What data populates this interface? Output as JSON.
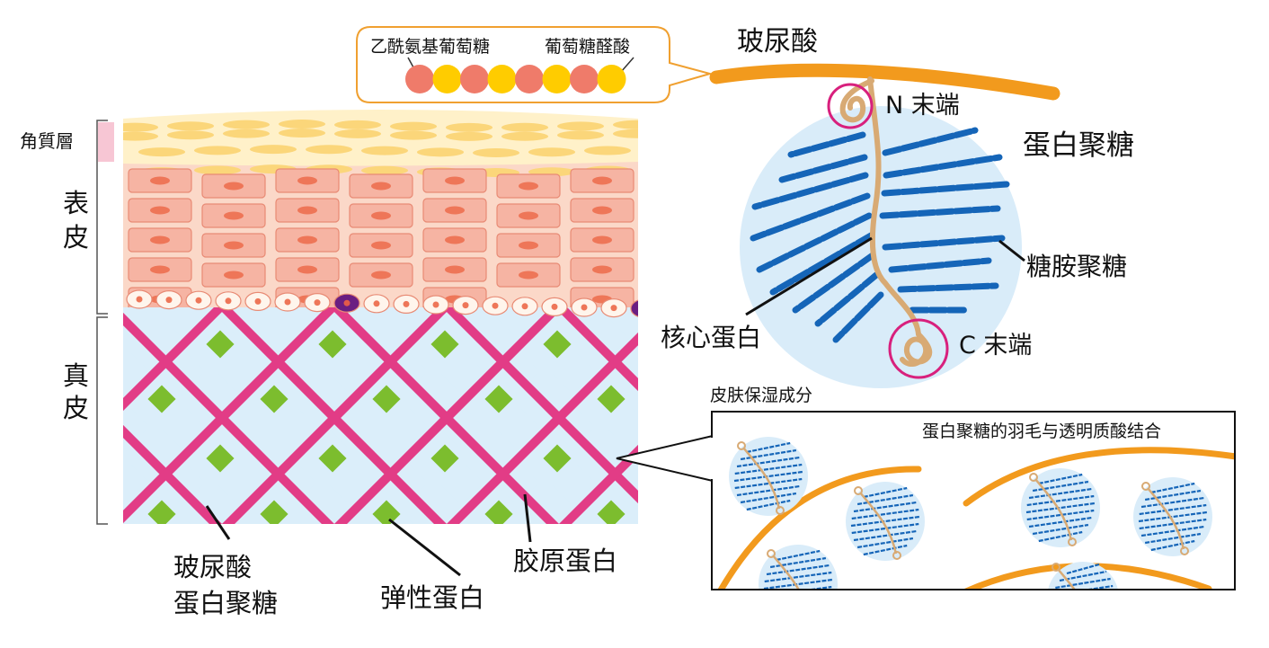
{
  "labels": {
    "stratum_corneum": "角質層",
    "epidermis_1": "表",
    "epidermis_2": "皮",
    "dermis_1": "真",
    "dermis_2": "皮",
    "hyaluronic_proteoglycan_1": "玻尿酸",
    "hyaluronic_proteoglycan_2": "蛋白聚糖",
    "elastin": "弹性蛋白",
    "collagen": "胶原蛋白",
    "acetylglucosamine": "乙酰氨基葡萄糖",
    "glucuronic_acid": "葡萄糖醛酸",
    "hyaluronic_acid": "玻尿酸",
    "n_terminal": "N 末端",
    "proteoglycan": "蛋白聚糖",
    "glycosaminoglycan": "糖胺聚糖",
    "core_protein": "核心蛋白",
    "c_terminal": "C 末端",
    "moisturizing_components": "皮肤保湿成分",
    "binding_caption": "蛋白聚糖的羽毛与透明质酸结合"
  },
  "colors": {
    "stratum_tag": "#f7c6d4",
    "stratum_text": "#d6336c",
    "horny_layer": "#fff1c9",
    "horny_cell": "#fbd67a",
    "epidermis_bg": "#fbd8c8",
    "cell_fill": "#f6b4a3",
    "cell_stroke": "#e88a74",
    "nucleus": "#ee7658",
    "dermis_bg": "#fff3c6",
    "dermis_cell": "#dbeefa",
    "collagen": "#e23c86",
    "elastin": "#7cbd2e",
    "melanocyte": "#6a1e82",
    "hyaluronic": "#f29a1d",
    "circle_bg": "#d9ecf9",
    "gag_blue": "#1565b8",
    "core_protein": "#d8aa74",
    "terminal_ring": "#d8207d",
    "bead_pink": "#ef7b6a",
    "bead_yellow": "#ffcc00",
    "callout_border": "#f0a030"
  }
}
